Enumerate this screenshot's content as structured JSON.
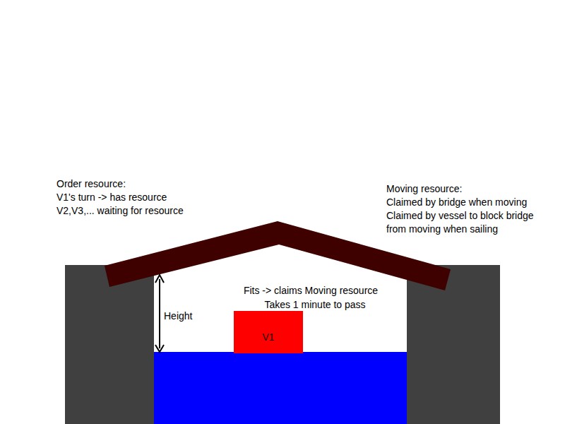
{
  "diagram": {
    "nodes": [
      {
        "text": [
          "V1"
        ]
      }
    ],
    "labels": [
      "Order resource:",
      "V1's turn -> has resource",
      "V2,V3,... waiting for resource",
      "Moving resource:",
      "Claimed by bridge when moving",
      "Claimed by vessel to block bridge",
      "from moving when sailing",
      "Fits -> claims Moving resource",
      "Takes 1 minute to pass",
      "Height"
    ]
  }
}
